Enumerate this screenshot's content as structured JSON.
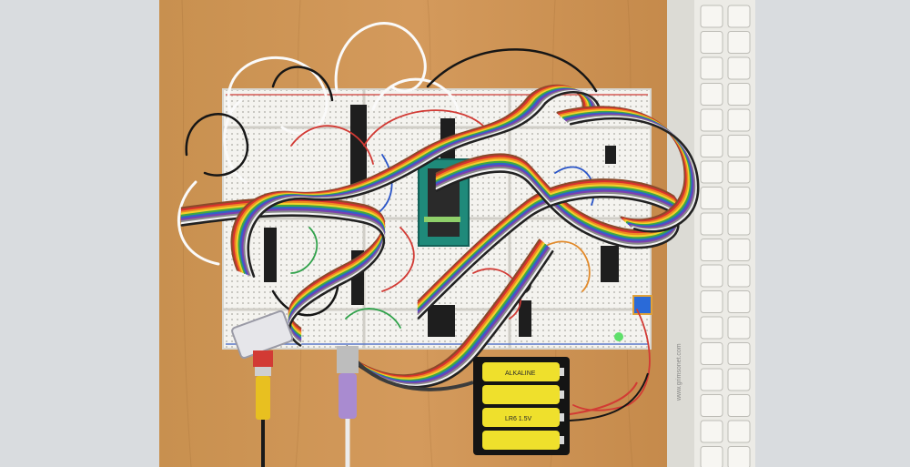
{
  "photo": {
    "subject": "homebrew-breadboard-computer",
    "background_color": "#d9dcdf",
    "desk_color": "#c98f52"
  },
  "battery_pack": {
    "cells": [
      {
        "label": "ALKALINE"
      },
      {
        "label": ""
      },
      {
        "label": "LR6 1.5V"
      },
      {
        "label": ""
      }
    ]
  },
  "keyboard": {
    "color": "#ecebe6"
  },
  "watermark": {
    "text": "www.grimsonet.com"
  }
}
